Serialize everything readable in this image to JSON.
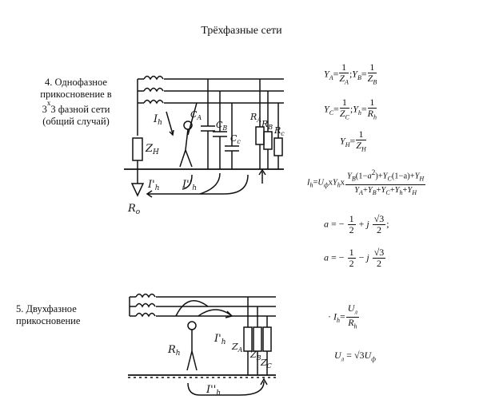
{
  "page": {
    "title": "Трёхфазные сети"
  },
  "section4": {
    "lines": [
      "4. Однофазное",
      "прикосновение в",
      "3 фазной сети",
      "(общий случай)"
    ],
    "superscript": "х"
  },
  "section5": {
    "lines": [
      "5. Двухфазное",
      "прикосновение"
    ]
  },
  "diagram1": {
    "labels": {
      "ih": "I",
      "ih_sub": "h",
      "zn": "Z",
      "zn_sub": "Н",
      "ca": "C",
      "ca_sub": "A",
      "cb": "C",
      "cb_sub": "B",
      "cc": "C",
      "cc_sub": "c",
      "ra": "R",
      "ra_sub": "A",
      "rb": "R",
      "rb_sub": "B",
      "rc": "R",
      "rc_sub": "c",
      "ih1": "I'",
      "ih1_sub": "h",
      "ih2": "I''",
      "ih2_sub": "h",
      "ro": "R",
      "ro_sub": "o"
    }
  },
  "diagram2": {
    "labels": {
      "rh": "R",
      "rh_sub": "h",
      "ih1": "I'",
      "ih1_sub": "h",
      "za": "Z",
      "za_sub": "A",
      "zb": "Z",
      "zb_sub": "B",
      "zc": "Z",
      "zc_sub": "C",
      "ih2": "I''",
      "ih2_sub": "h"
    }
  },
  "formulas": {
    "ya_left": "Y",
    "ya_sub": "A",
    "eq": "=",
    "one": "1",
    "za_den": "Z",
    "za_den_sub": "A",
    "sep": ";",
    "yb_left": "Y",
    "yb_sub": "B",
    "zb_den": "Z",
    "zb_den_sub": "B",
    "yc_left": "Y",
    "yc_sub": "C",
    "zc_den": "Z",
    "zc_den_sub": "C",
    "yh_left": "Y",
    "yh_sub": "h",
    "rh_den": "R",
    "rh_den_sub": "h",
    "yn_left": "Y",
    "yn_sub": "Н",
    "zn_den": "Z",
    "zn_den_sub": "Н",
    "ih_left": "I",
    "ih_sub": "h",
    "uf": "U",
    "uf_sub": "ф",
    "times": "x",
    "yh2": "Y",
    "yh2_sub": "h",
    "num_a": "Y",
    "num_a_sub": "B",
    "num_b": "(1−",
    "num_c": "a",
    "num_sup": "2",
    "num_d": ")+",
    "num_e": "Y",
    "num_e_sub": "C",
    "num_f": "(1−a)+",
    "num_g": "Y",
    "num_g_sub": "Н",
    "den": "Y",
    "den_a_sub": "A",
    "den_plus": "+",
    "den_b_sub": "B",
    "den_c_sub": "C",
    "den_h_sub": "h",
    "den_n_sub": "Н",
    "alpha": "a",
    "minus": "−",
    "plus": "+",
    "half_num": "1",
    "half_den": "2",
    "j": "j",
    "sqrt3": "√3",
    "semicolon": ";",
    "ih5_left": "I",
    "ih5_sub": "h",
    "ul": "U",
    "ul_sub": "л",
    "rh5": "R",
    "rh5_sub": "h",
    "ul2": "U",
    "ul2_sub": "л",
    "sqrt3b": "√3",
    "uf2": "U",
    "uf2_sub": "ф"
  }
}
